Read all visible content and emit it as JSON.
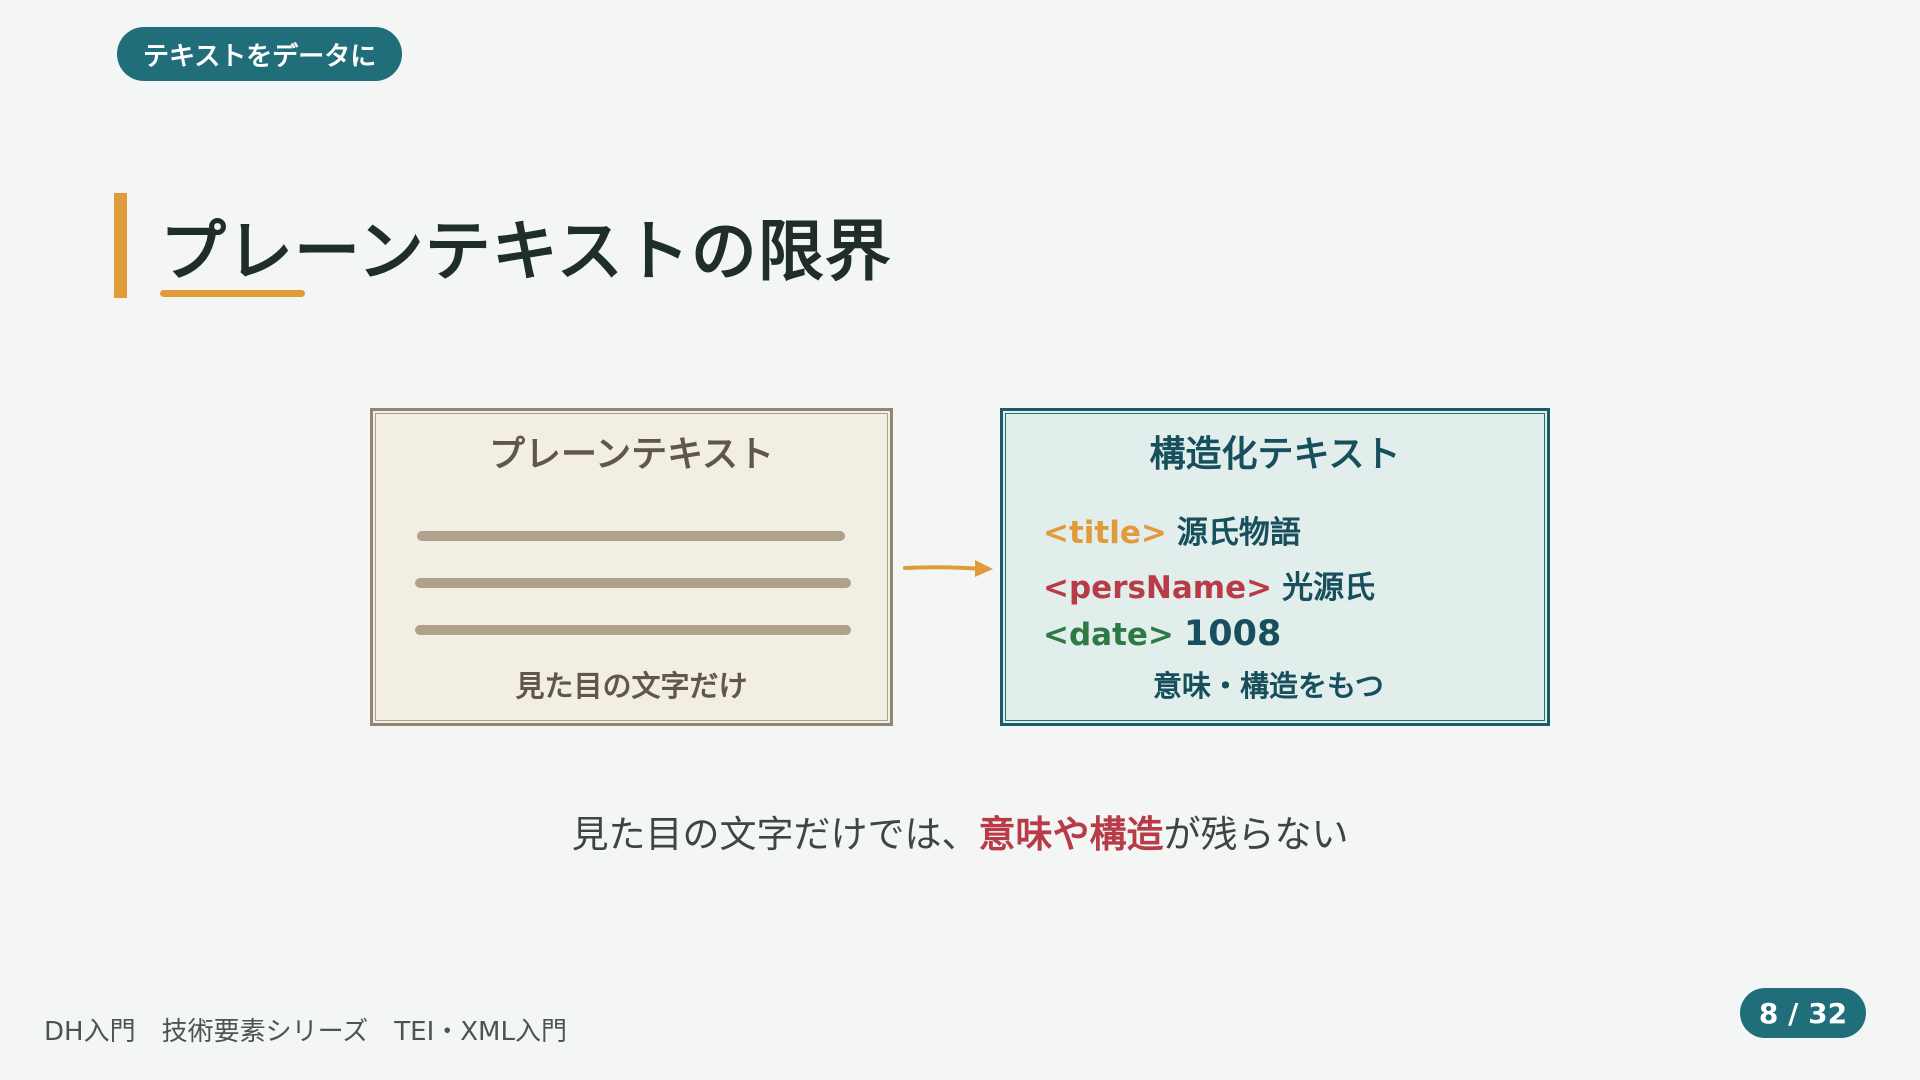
{
  "badge": {
    "label": "テキストをデータに"
  },
  "title": {
    "text": "プレーンテキストの限界"
  },
  "plain_box": {
    "heading": "プレーンテキスト",
    "caption": "見た目の文字だけ"
  },
  "structured_box": {
    "heading": "構造化テキスト",
    "lines": [
      {
        "tag": "<title>",
        "value": "源氏物語"
      },
      {
        "tag": "<persName>",
        "value": "光源氏"
      },
      {
        "tag": "<date>",
        "value": "1008"
      }
    ],
    "caption": "意味・構造をもつ"
  },
  "summary": {
    "before": "見た目の文字だけでは、",
    "emphasis": "意味や構造",
    "after": "が残らない"
  },
  "footer": {
    "text": "DH入門　技術要素シリーズ　TEI・XML入門"
  },
  "pager": {
    "label": "8 / 32"
  },
  "colors": {
    "accent": "#e29b3b",
    "teal": "#1f6e7a",
    "emphasis": "#b83b48",
    "date_tag": "#2f7a44"
  },
  "icons": {
    "arrow": "arrow-right-icon"
  }
}
